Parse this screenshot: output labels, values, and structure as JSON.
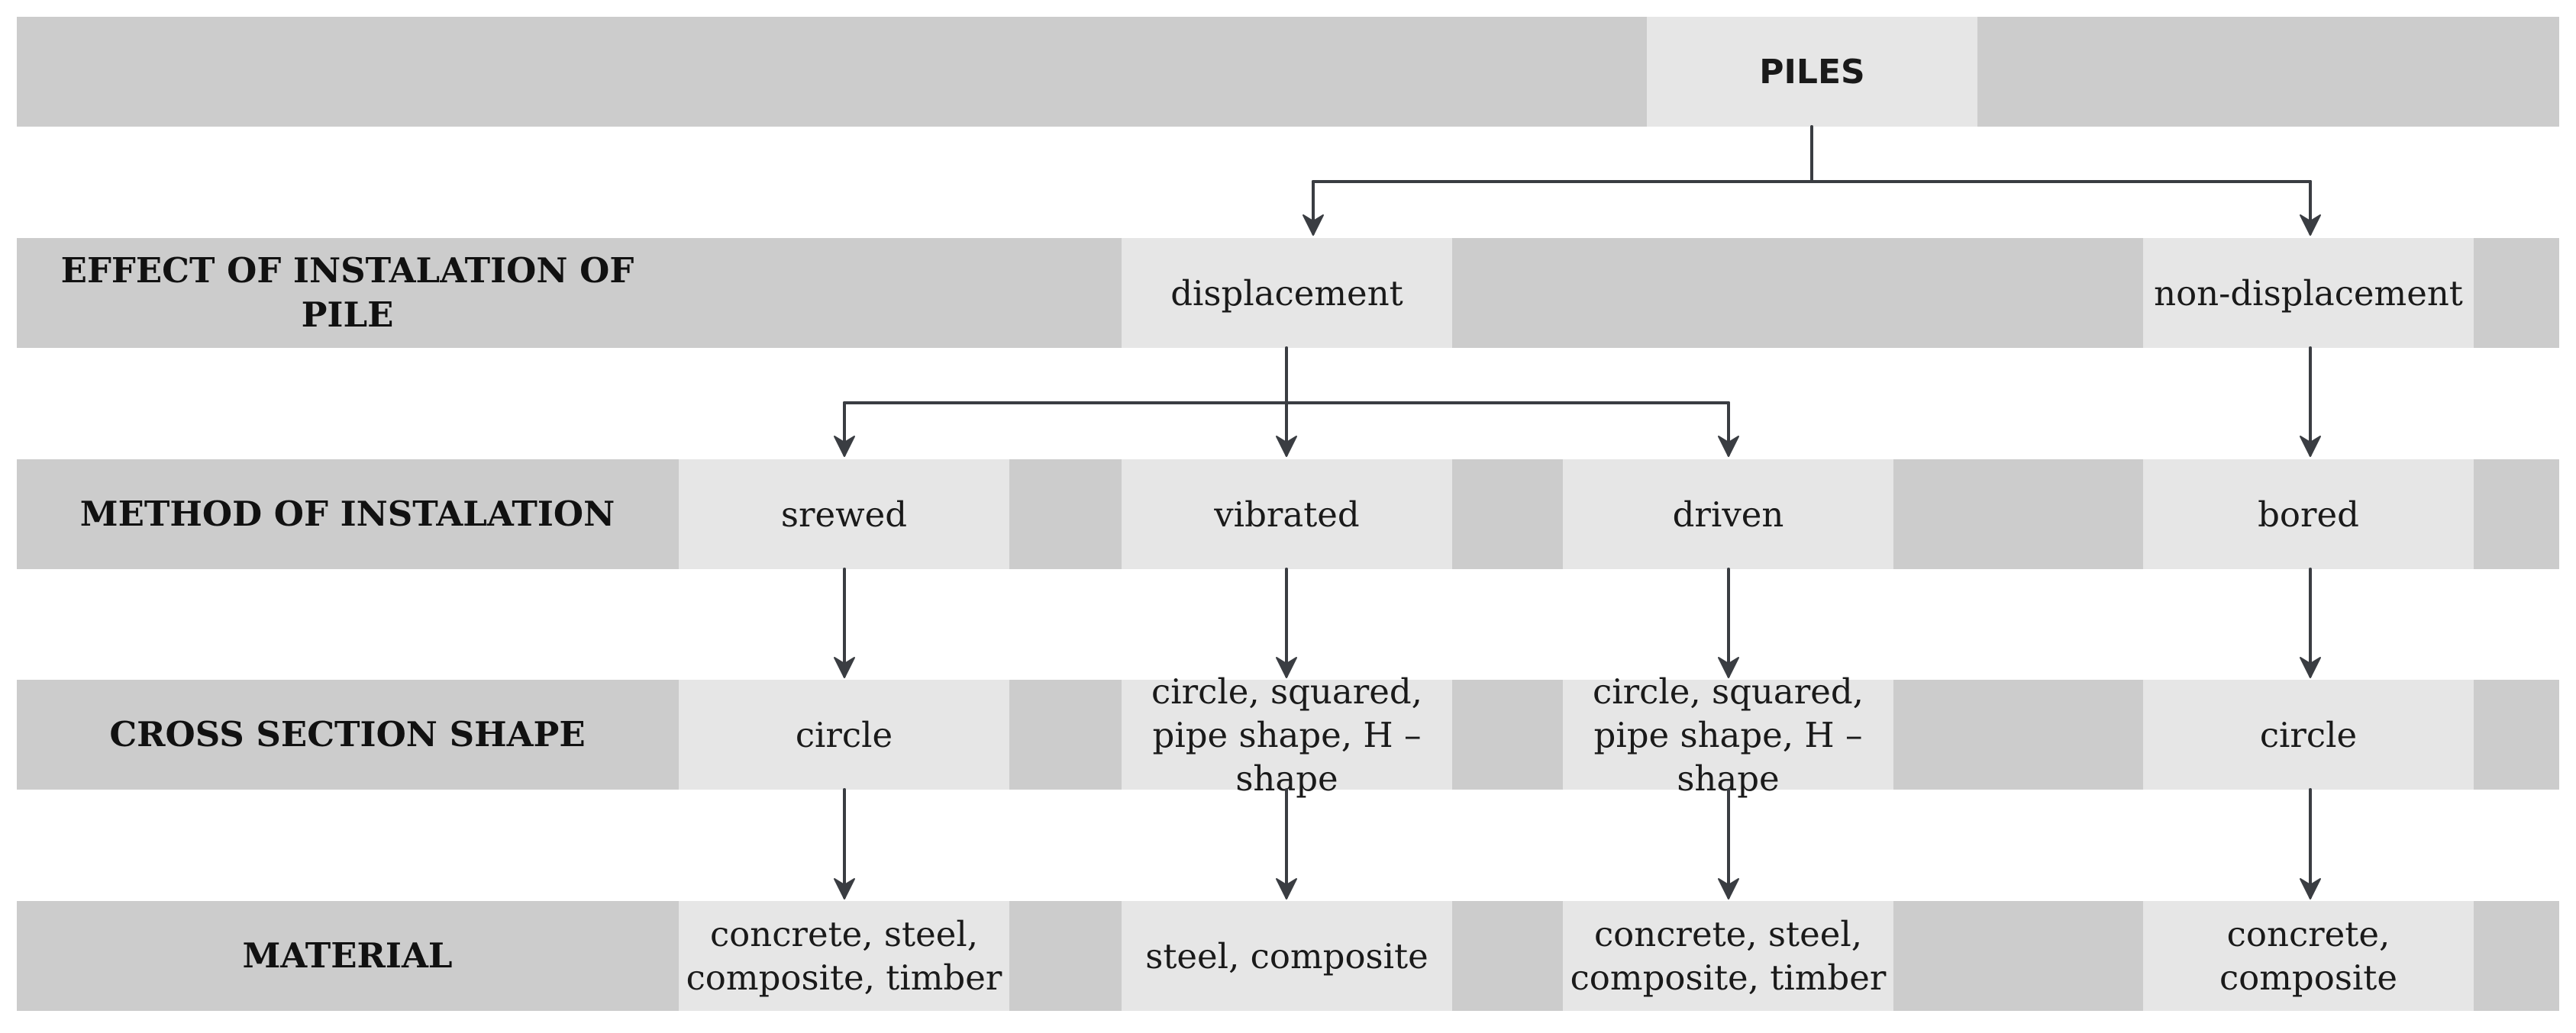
{
  "root": {
    "label": "PILES"
  },
  "rows": {
    "effect": {
      "label": "EFFECT OF INSTALATION OF PILE",
      "displacement": "displacement",
      "non_displacement": "non-displacement"
    },
    "method": {
      "label": "METHOD OF INSTALATION",
      "srewed": "srewed",
      "vibrated": "vibrated",
      "driven": "driven",
      "bored": "bored"
    },
    "shape": {
      "label": "CROSS SECTION SHAPE",
      "srewed": "circle",
      "vibrated": "circle, squared, pipe shape, H – shape",
      "driven": "circle, squared, pipe shape, H – shape",
      "bored": "circle"
    },
    "material": {
      "label": "MATERIAL",
      "srewed": "concrete, steel, composite, timber",
      "vibrated": "steel, composite",
      "driven": "concrete, steel, composite, timber",
      "bored": "concrete, composite"
    }
  },
  "colors": {
    "band": "#cccccc",
    "cell": "#e6e6e6",
    "arrow": "#3a3d42",
    "text": "#111111"
  }
}
